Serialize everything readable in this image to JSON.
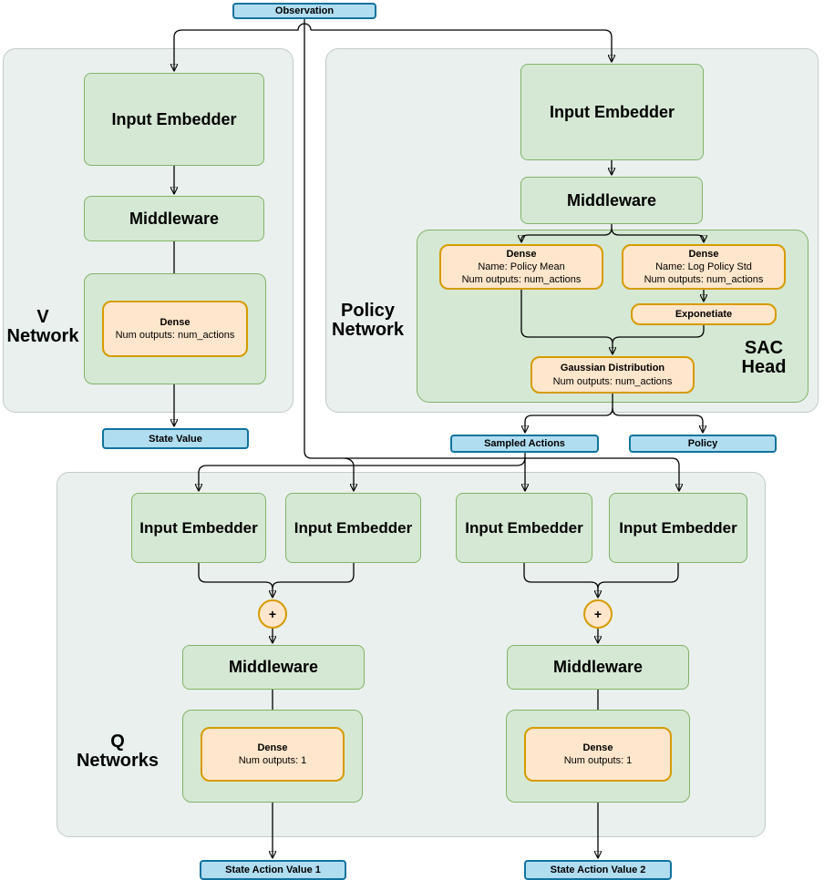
{
  "diagram": {
    "observation": "Observation",
    "v_network": {
      "label_line1": "V",
      "label_line2": "Network",
      "input_embedder": "Input Embedder",
      "middleware": "Middleware",
      "dense": {
        "title": "Dense",
        "subtitle": "Num outputs: num_actions"
      },
      "output": "State Value"
    },
    "policy_network": {
      "label_line1": "Policy",
      "label_line2": "Network",
      "input_embedder": "Input Embedder",
      "middleware": "Middleware",
      "sac_head": {
        "label_line1": "SAC",
        "label_line2": "Head",
        "dense_mean": {
          "title": "Dense",
          "line2": "Name: Policy Mean",
          "line3": "Num outputs: num_actions"
        },
        "dense_std": {
          "title": "Dense",
          "line2": "Name: Log Policy Std",
          "line3": "Num outputs: num_actions"
        },
        "exponentiate": "Exponetiate",
        "gaussian": {
          "title": "Gaussian Distribution",
          "subtitle": "Num outputs: num_actions"
        }
      },
      "output_sampled_actions": "Sampled Actions",
      "output_policy": "Policy"
    },
    "q_networks": {
      "label_line1": "Q",
      "label_line2": "Networks",
      "input_embedder": "Input Embedder",
      "plus": "+",
      "middleware": "Middleware",
      "dense": {
        "title": "Dense",
        "subtitle": "Num outputs: 1"
      },
      "output1": "State Action Value 1",
      "output2": "State Action Value 2"
    },
    "colors": {
      "green_fill": "#d5e8d4",
      "green_border": "#82b366",
      "orange_fill": "#ffe6cc",
      "orange_border": "#d79b00",
      "blue_fill": "#b1ddf0",
      "blue_border": "#10739e",
      "container_fill": "#e9f0ee",
      "container_border": "#c3cbc9",
      "line": "#000000"
    }
  }
}
